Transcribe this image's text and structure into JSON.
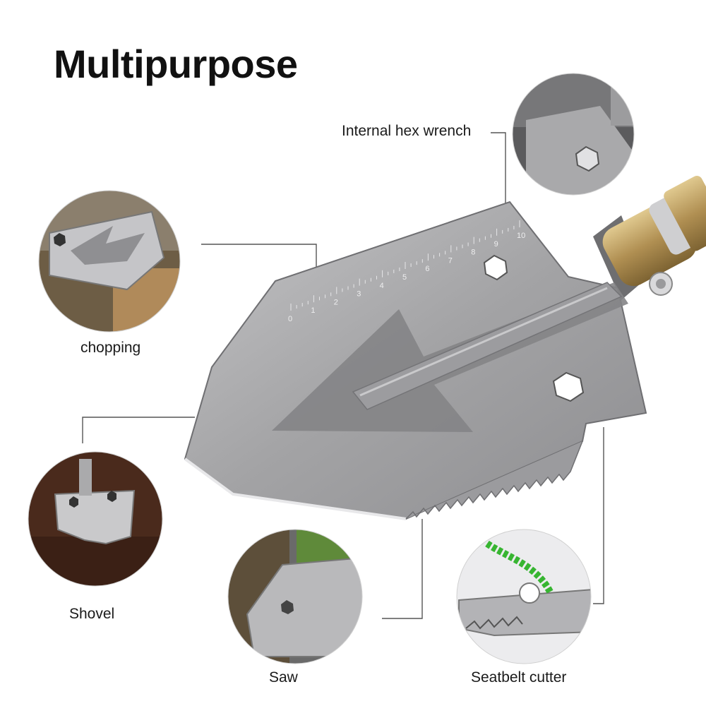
{
  "title": "Multipurpose",
  "features": [
    {
      "id": "hex",
      "label": "Internal hex wrench",
      "icon": "hex-wrench-icon"
    },
    {
      "id": "chop",
      "label": "chopping",
      "icon": "chopping-icon"
    },
    {
      "id": "shovel",
      "label": "Shovel",
      "icon": "shovel-icon"
    },
    {
      "id": "saw",
      "label": "Saw",
      "icon": "saw-icon"
    },
    {
      "id": "cutter",
      "label": "Seatbelt cutter",
      "icon": "seatbelt-cutter-icon"
    }
  ],
  "ruler_marks": [
    "0",
    "1",
    "2",
    "3",
    "4",
    "5",
    "6",
    "7",
    "8",
    "9",
    "10"
  ],
  "colors": {
    "blade": "#a7a7a9",
    "blade_dark": "#8d8d90",
    "arrow": "#858587",
    "brass": "#b79a62",
    "soil": "#4a2a1c",
    "rope": "#37b531"
  }
}
